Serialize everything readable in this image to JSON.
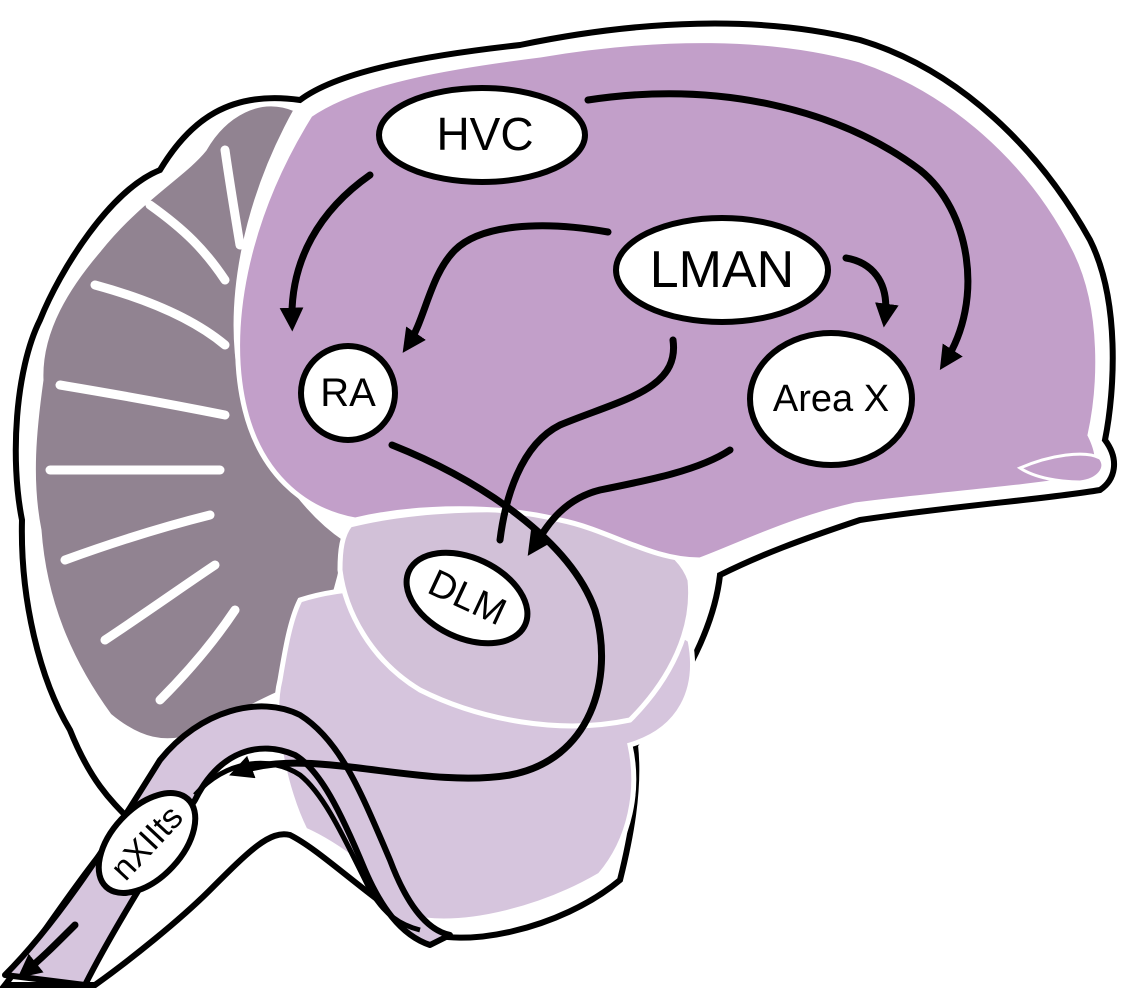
{
  "diagram": {
    "title": "Songbird song-system pathways",
    "nuclei": {
      "hvc": "HVC",
      "lman": "LMAN",
      "ra": "RA",
      "area_x": "Area X",
      "dlm": "DLM",
      "nxiits": "nXIIts"
    },
    "colors": {
      "cerebrum": "#c29fc9",
      "thalamus": "#d2c1d8",
      "brainstem": "#d6c5dd",
      "cerebellum": "#918391",
      "outline": "#000000",
      "nucleus_fill": "#ffffff"
    }
  }
}
